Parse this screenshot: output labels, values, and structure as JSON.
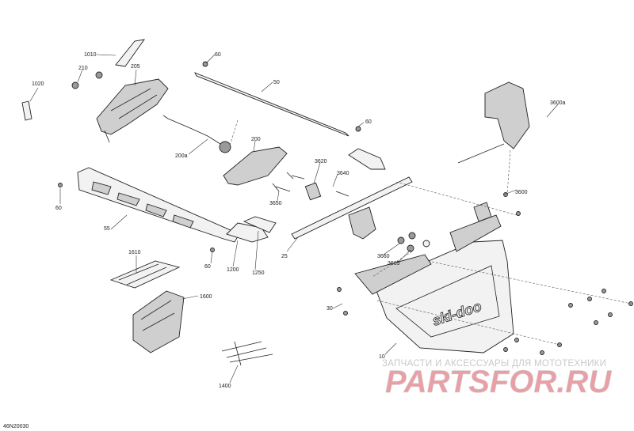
{
  "diagram_id": "46N20030",
  "callouts": [
    {
      "label": "1010"
    },
    {
      "label": "210"
    },
    {
      "label": "205"
    },
    {
      "label": "1020"
    },
    {
      "label": "60"
    },
    {
      "label": "50"
    },
    {
      "label": "60"
    },
    {
      "label": "200a"
    },
    {
      "label": "200"
    },
    {
      "label": "3600a"
    },
    {
      "label": "60"
    },
    {
      "label": "55"
    },
    {
      "label": "3620"
    },
    {
      "label": "3640"
    },
    {
      "label": "3650"
    },
    {
      "label": "3600"
    },
    {
      "label": "25"
    },
    {
      "label": "1200"
    },
    {
      "label": "1250"
    },
    {
      "label": "60"
    },
    {
      "label": "3660"
    },
    {
      "label": "3665"
    },
    {
      "label": "1610"
    },
    {
      "label": "1600"
    },
    {
      "label": "30"
    },
    {
      "label": "10"
    },
    {
      "label": "1400"
    }
  ],
  "flap_brand": "ski-doo",
  "watermark": {
    "top_text": "ЗАПЧАСТИ И АКСЕССУАРЫ ДЛЯ МОТОТЕХНИКИ",
    "logo_text": "PARTSFOR.RU",
    "color_primary": "#e8a0a6",
    "color_secondary": "#d8d8d8"
  }
}
